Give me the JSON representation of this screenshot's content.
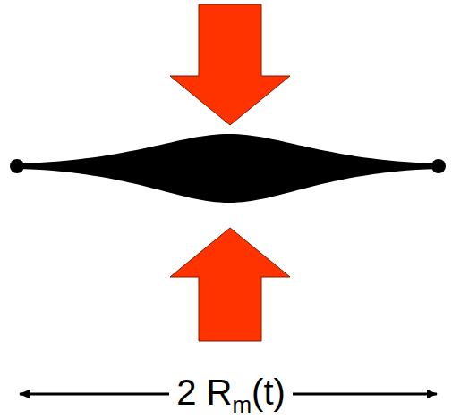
{
  "diagram": {
    "labels": [
      "2 R",
      "m",
      "(t)"
    ]
  }
}
